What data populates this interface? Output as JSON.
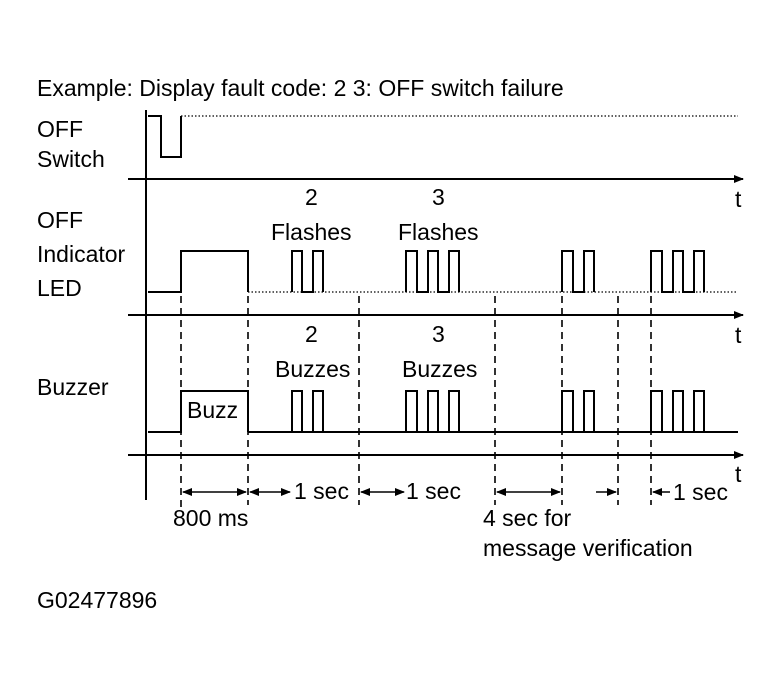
{
  "title": "Example: Display fault code: 2   3: OFF switch failure",
  "signals": {
    "off_switch": [
      "OFF",
      "Switch"
    ],
    "off_led": [
      "OFF",
      "Indicator",
      "LED"
    ],
    "buzzer": [
      "Buzzer"
    ]
  },
  "axis_label": "t",
  "led_groups": [
    {
      "count": "2",
      "label": "Flashes"
    },
    {
      "count": "3",
      "label": "Flashes"
    }
  ],
  "buzz_groups": [
    {
      "count": "2",
      "label": "Buzzes"
    },
    {
      "count": "3",
      "label": "Buzzes"
    }
  ],
  "buzz_box_label": "Buzz",
  "timing": {
    "ms800": "800 ms",
    "sec1a": "1 sec",
    "sec1b": "1 sec",
    "sec4": [
      "4 sec for",
      "message verification"
    ],
    "sec1c": "1 sec"
  },
  "figure_id": "G02477896"
}
